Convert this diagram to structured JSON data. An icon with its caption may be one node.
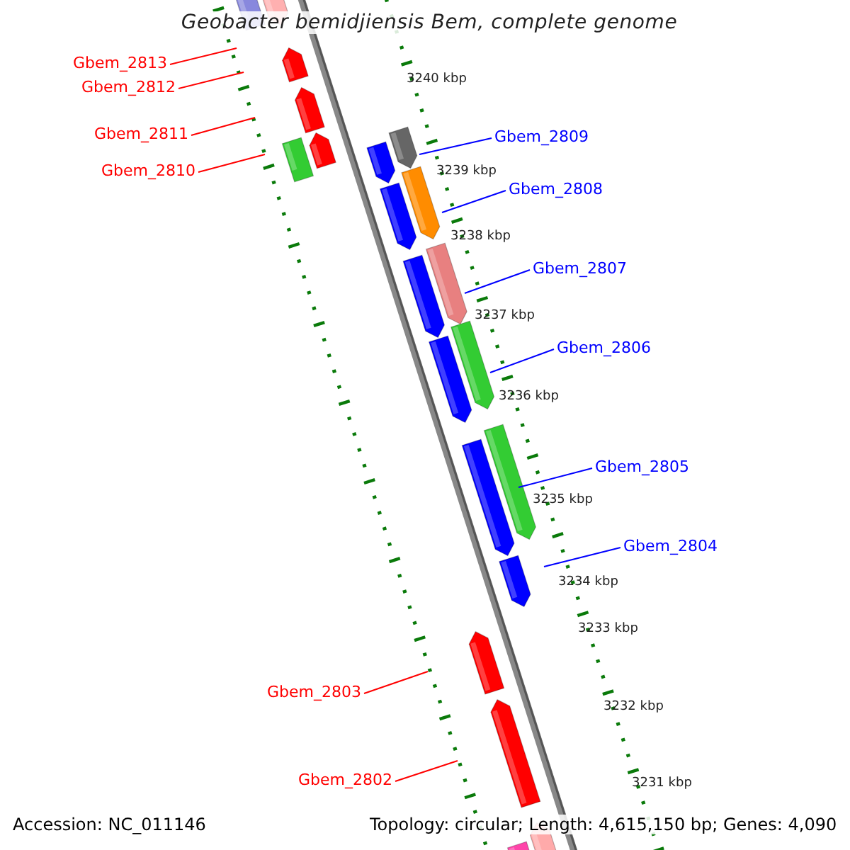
{
  "diagram": {
    "title": "Geobacter bemidjiensis Bem, complete genome",
    "nodes": [
      {
        "text": [
          "Gbem_2813"
        ]
      },
      {
        "text": [
          "Gbem_2812"
        ]
      },
      {
        "text": [
          "Gbem_2811"
        ]
      },
      {
        "text": [
          "Gbem_2809"
        ]
      },
      {
        "text": [
          "Gbem_2810"
        ]
      },
      {
        "text": [
          "Gbem_2808"
        ]
      },
      {
        "text": [
          "Gbem_2807"
        ]
      },
      {
        "text": [
          "Gbem_2806"
        ]
      },
      {
        "text": [
          "Gbem_2805"
        ]
      },
      {
        "text": [
          "Gbem_2804"
        ]
      },
      {
        "text": [
          "Gbem_2803"
        ]
      },
      {
        "text": [
          "Gbem_2802"
        ]
      }
    ],
    "edges": [
      {
        "from": 0,
        "to": null,
        "arrow": "none",
        "color": "#ff0000"
      },
      {
        "from": 1,
        "to": null,
        "arrow": "none",
        "color": "#ff0000"
      },
      {
        "from": 2,
        "to": null,
        "arrow": "none",
        "color": "#ff0000"
      },
      {
        "from": 3,
        "to": null,
        "arrow": "none",
        "color": "#0000ff"
      },
      {
        "from": 4,
        "to": null,
        "arrow": "none",
        "color": "#ff0000"
      },
      {
        "from": 5,
        "to": null,
        "arrow": "none",
        "color": "#0000ff"
      },
      {
        "from": 6,
        "to": null,
        "arrow": "none",
        "color": "#0000ff"
      },
      {
        "from": 7,
        "to": null,
        "arrow": "none",
        "color": "#0000ff"
      },
      {
        "from": 8,
        "to": null,
        "arrow": "none",
        "color": "#0000ff"
      },
      {
        "from": 9,
        "to": null,
        "arrow": "none",
        "color": "#0000ff"
      },
      {
        "from": 10,
        "to": null,
        "arrow": "none",
        "color": "#ff0000"
      },
      {
        "from": 11,
        "to": null,
        "arrow": "none",
        "color": "#ff0000"
      }
    ],
    "labels": [
      "3240 kbp",
      "3239 kbp",
      "3238 kbp",
      "3237 kbp",
      "3236 kbp",
      "3235 kbp",
      "3234 kbp",
      "3233 kbp",
      "3232 kbp",
      "3231 kbp",
      "Accession: NC_011146",
      "Topology: circular; Length: 4,615,150 bp; Genes: 4,090"
    ]
  }
}
